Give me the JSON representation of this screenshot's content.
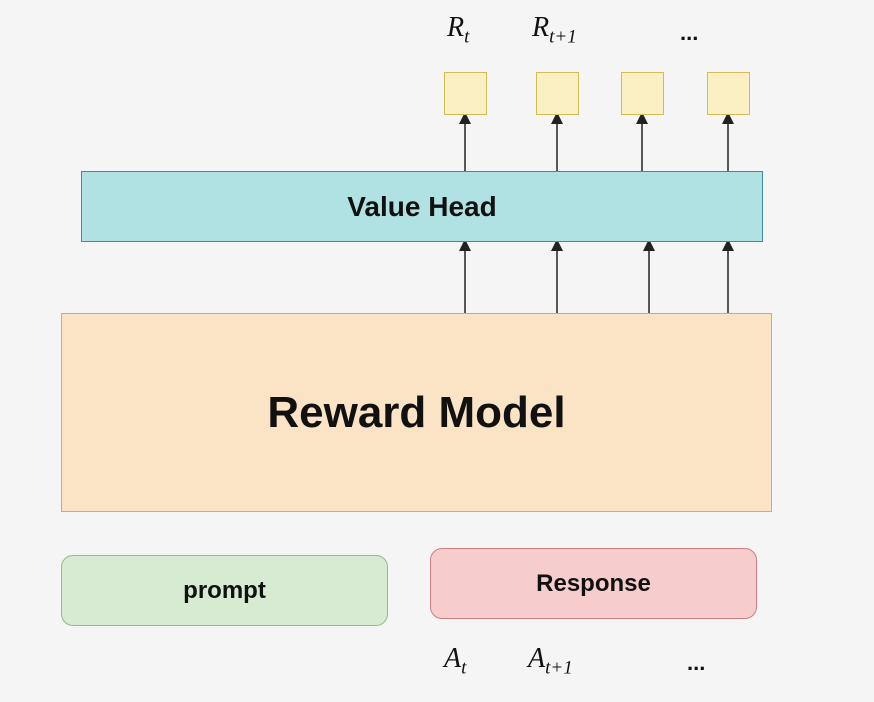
{
  "value_head": {
    "label": "Value Head"
  },
  "reward_model": {
    "label": "Reward Model"
  },
  "prompt": {
    "label": "prompt"
  },
  "response": {
    "label": "Response"
  },
  "outputs": {
    "r_t_base": "R",
    "r_t_sub": "t",
    "r_t1_base": "R",
    "r_t1_sub": "t+1",
    "ellipsis": "..."
  },
  "inputs": {
    "a_t_base": "A",
    "a_t_sub": "t",
    "a_t1_base": "A",
    "a_t1_sub": "t+1",
    "ellipsis": "..."
  },
  "colors": {
    "value_head": "#b0e2e3",
    "reward_model": "#fbe3c6",
    "prompt": "#d6ebd2",
    "response": "#f7cccd",
    "output_box": "#fbf0c4"
  }
}
